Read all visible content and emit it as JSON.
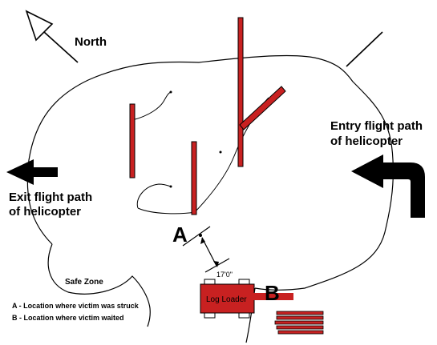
{
  "labels": {
    "north": "North",
    "entry_line1": "Entry flight path",
    "entry_line2": "of helicopter",
    "exit_line1": "Exit flight path",
    "exit_line2": "of helicopter",
    "marker_a": "A",
    "marker_b": "B",
    "distance": "17'0\"",
    "log_loader": "Log Loader",
    "safe_zone": "Safe Zone"
  },
  "legend": {
    "a": "A - Location where victim was struck",
    "b": "B - Location where victim waited"
  },
  "colors": {
    "log_red": "#c82121",
    "ink": "#000000",
    "background": "#ffffff"
  },
  "icons": {
    "north_arrow": "hollow-arrow-pointing-northwest",
    "exit_arrow": "solid-arrow-pointing-left",
    "entry_arrow": "solid-hook-arrow-pointing-left"
  }
}
